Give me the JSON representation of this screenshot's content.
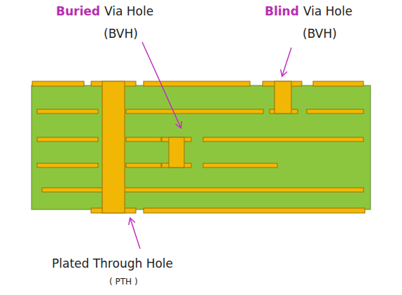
{
  "diagram": {
    "labels": [
      "Buried",
      "Via Hole",
      "(BVH)",
      "Blind",
      "Via Hole",
      "(BVH)",
      "Plated Through Hole",
      "( PTH )"
    ]
  }
}
